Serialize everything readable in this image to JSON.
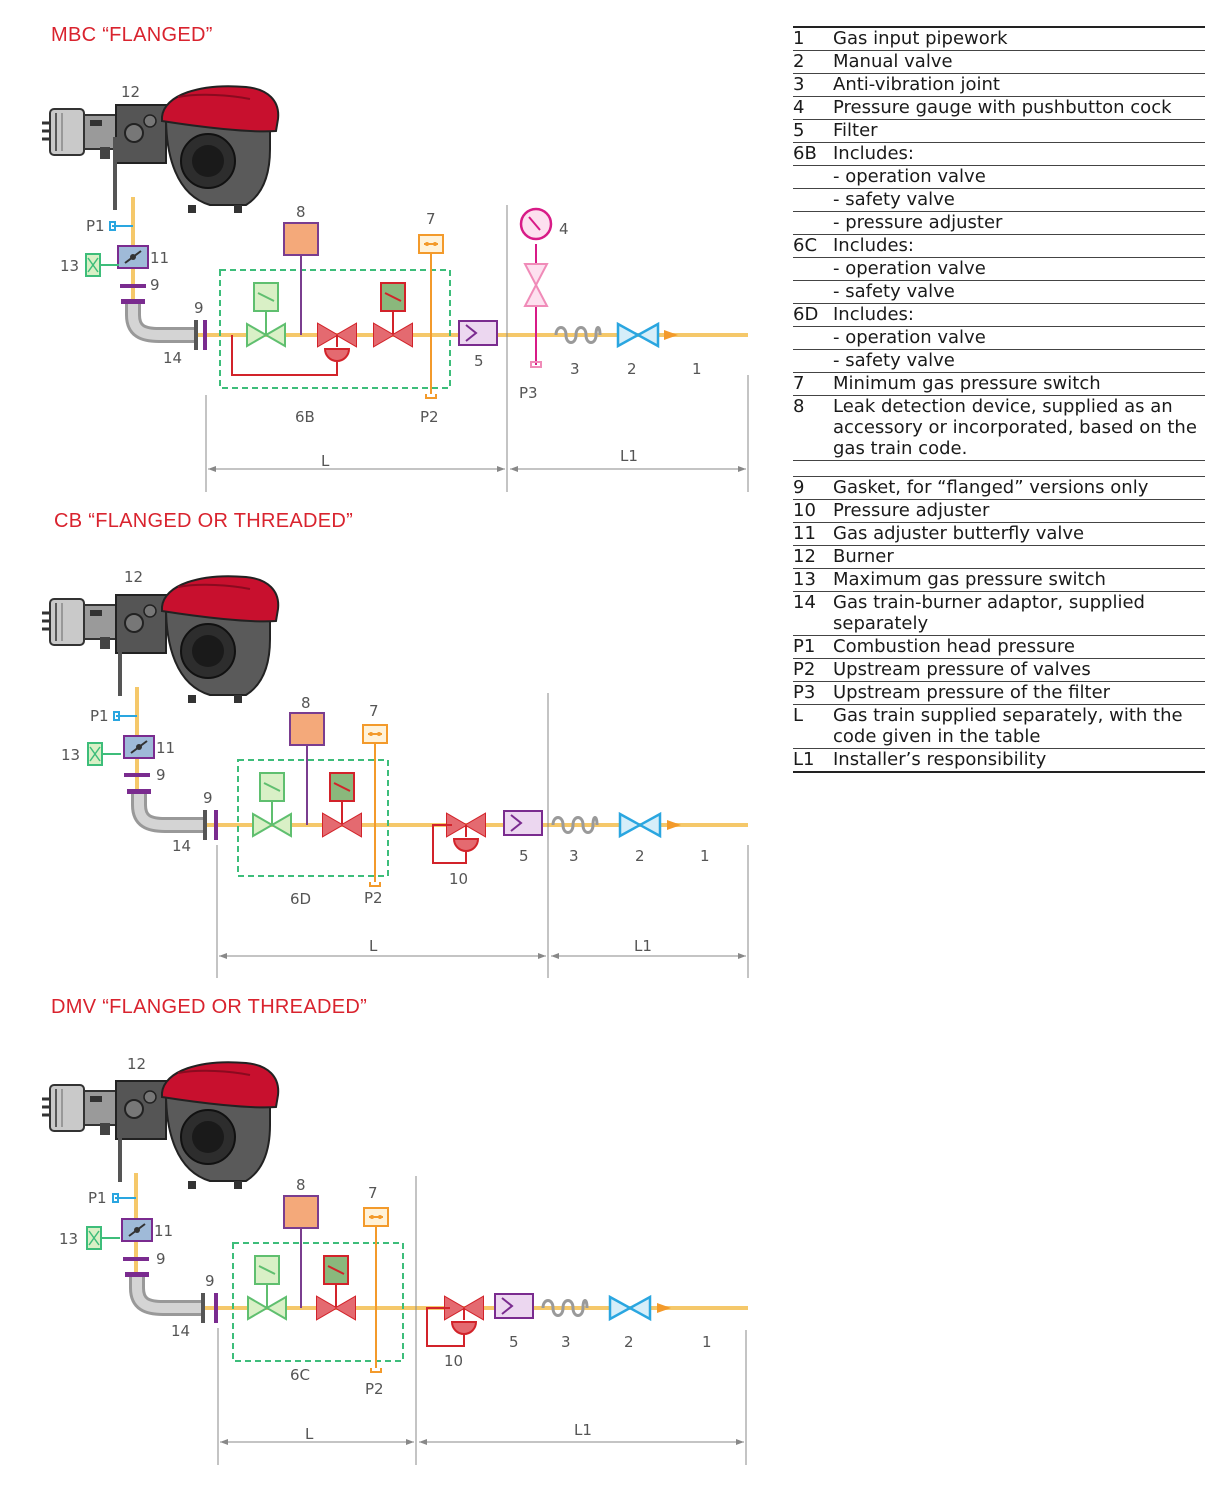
{
  "titles": {
    "d1": "MBC “FLANGED”",
    "d2": "CB “FLANGED OR THREADED”",
    "d3": "DMV “FLANGED OR THREADED”"
  },
  "labels": {
    "n1": "1",
    "n2": "2",
    "n3": "3",
    "n4": "4",
    "n5": "5",
    "n6b": "6B",
    "n6c": "6C",
    "n6d": "6D",
    "n7": "7",
    "n8": "8",
    "n9": "9",
    "n10": "10",
    "n11": "11",
    "n12": "12",
    "n13": "13",
    "n14": "14",
    "p1": "P1",
    "p2": "P2",
    "p3": "P3",
    "l": "L",
    "l1": "L1"
  },
  "legend": [
    {
      "key": "1",
      "text": "Gas input pipework"
    },
    {
      "key": "2",
      "text": "Manual valve"
    },
    {
      "key": "3",
      "text": "Anti-vibration joint"
    },
    {
      "key": "4",
      "text": "Pressure gauge with pushbutton cock"
    },
    {
      "key": "5",
      "text": "Filter"
    },
    {
      "key": "6B",
      "text": "Includes:"
    },
    {
      "key": "",
      "text": "- operation valve"
    },
    {
      "key": "",
      "text": "- safety valve"
    },
    {
      "key": "",
      "text": "- pressure adjuster"
    },
    {
      "key": "6C",
      "text": "Includes:"
    },
    {
      "key": "",
      "text": "- operation valve"
    },
    {
      "key": "",
      "text": "- safety valve"
    },
    {
      "key": "6D",
      "text": "Includes:"
    },
    {
      "key": "",
      "text": "- operation valve"
    },
    {
      "key": "",
      "text": "- safety valve"
    },
    {
      "key": "7",
      "text": "Minimum gas pressure switch"
    },
    {
      "key": "8",
      "text": "Leak detection device, supplied as an accessory or incorporated, based on the gas train code."
    },
    {
      "key": "9",
      "text": "Gasket, for “flanged” versions only"
    },
    {
      "key": "10",
      "text": "Pressure adjuster"
    },
    {
      "key": "11",
      "text": "Gas adjuster butterfly valve"
    },
    {
      "key": "12",
      "text": "Burner"
    },
    {
      "key": "13",
      "text": "Maximum gas pressure switch"
    },
    {
      "key": "14",
      "text": "Gas train-burner adaptor, supplied separately"
    },
    {
      "key": "P1",
      "text": "Combustion head pressure"
    },
    {
      "key": "P2",
      "text": "Upstream pressure of valves"
    },
    {
      "key": "P3",
      "text": "Upstream pressure of the filter"
    },
    {
      "key": "L",
      "text": "Gas train supplied separately, with the code given in the table"
    },
    {
      "key": "L1",
      "text": "Installer’s responsibility"
    }
  ],
  "colors": {
    "title": "#d9232e",
    "pipe": "#f5c86a",
    "burner_red": "#c8102e",
    "valve_red": "#d2232a",
    "valve_green": "#5fbf6f",
    "switch_orange": "#f39a2b",
    "leak_device": "#f4a97a",
    "leak_border": "#7a3d8f",
    "filter": "#7a2b8f",
    "manual_valve": "#2aa6e0",
    "gauge": "#d81b87",
    "dashed_box": "#3dbd7a"
  }
}
